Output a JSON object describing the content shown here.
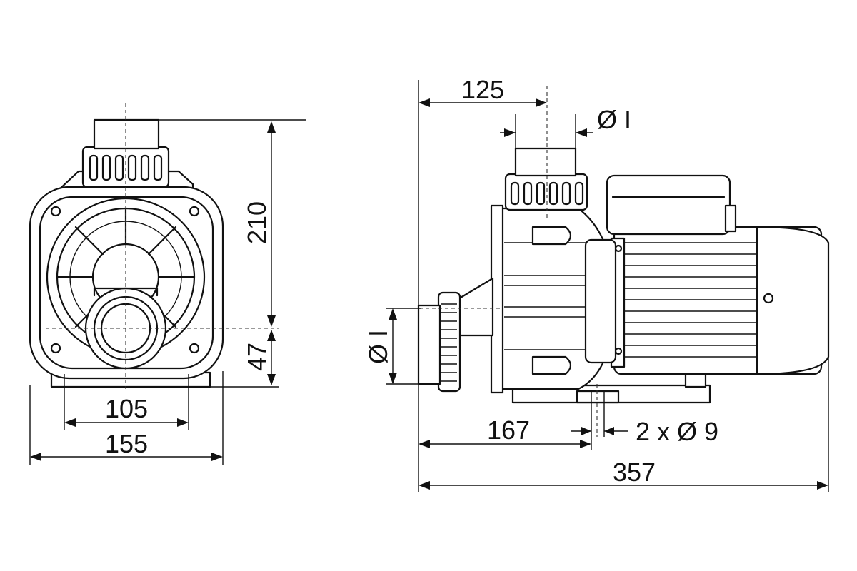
{
  "front_view": {
    "dim_width_inner": "105",
    "dim_width_outer": "155",
    "dim_height_total": "210",
    "dim_axis_height": "47"
  },
  "side_view": {
    "dim_outlet_offset": "125",
    "dim_outlet_diameter": "Ø I",
    "dim_inlet_diameter": "Ø I",
    "dim_mount_offset": "167",
    "dim_mount_holes": "2 x Ø 9",
    "dim_total_length": "357"
  }
}
